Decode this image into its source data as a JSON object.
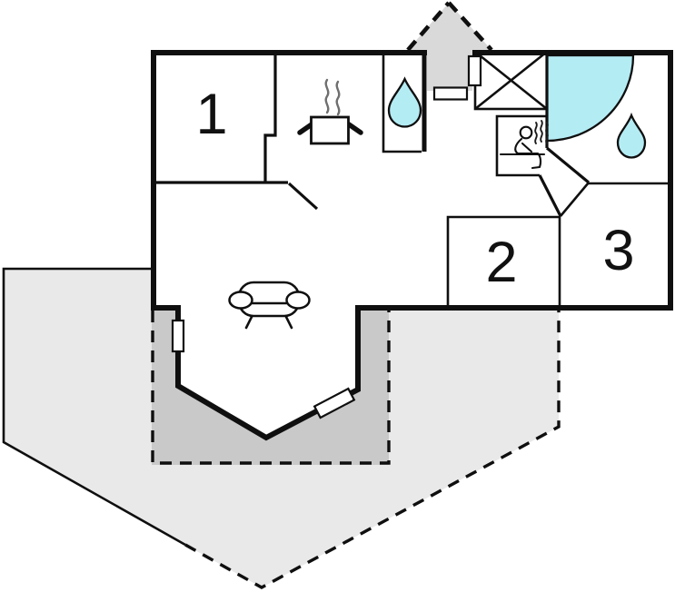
{
  "meta": {
    "type": "floor-plan",
    "floors_shown": 1
  },
  "colors": {
    "wall": "#0f0f0f",
    "floor": "#ffffff",
    "water": "#b4ecf4",
    "terrace_light": "#e9e9e9",
    "terrace_dark": "#c9c9c9",
    "arrow_gray": "#d9d9d9"
  },
  "rooms": [
    {
      "label": "1"
    },
    {
      "label": "2"
    },
    {
      "label": "3"
    }
  ],
  "icons": {
    "entrance_arrow": "entrance-direction-arrow",
    "toilet_drop": "water-drop",
    "bathroom_drop": "water-drop",
    "shower": "quarter-circle-shower",
    "sauna": "person-on-sauna-bench-with-steam",
    "stove": "cooking-pot-with-steam",
    "sofa": "sofa-top-view",
    "wardrobe": "crossed-box",
    "windows": "window-marker",
    "doors": "door-marker"
  }
}
